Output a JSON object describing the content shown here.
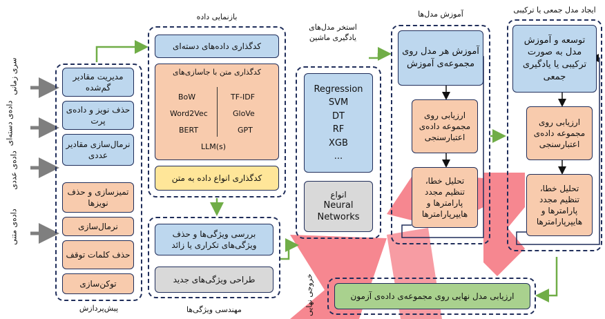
{
  "colors": {
    "border": "#1f2d5a",
    "blue": "#bdd7ee",
    "peach": "#f8cbad",
    "yellow": "#ffe699",
    "gray": "#d9d9d9",
    "green_box": "#a9d18e",
    "green_arrow": "#70ad47",
    "gray_arrow": "#7f7f7f",
    "background_red": "#f4727c"
  },
  "inputs": {
    "time_series": "سری زمانی",
    "table_data": "داده‌ی دسته‌ای",
    "numeric_data": "داده‌ی عددی",
    "text_data": "داده‌ی متنی"
  },
  "preprocessing": {
    "title": "پیش‌پردازش",
    "items": [
      "مدیریت مقادیر گم‌شده",
      "حذف نویز و داده‌ی پرت",
      "نرمال‌سازی مقادیر عددی",
      "تمیزسازی و حذف نویزها",
      "نرمال‌سازی",
      "حذف کلمات توقف",
      "توکن‌سازی"
    ]
  },
  "representation": {
    "title": "بازنمایی داده",
    "categorical": "کدگذاری داده‌های دسته‌ای",
    "text_title": "کدگذاری متن با جاسازی‌های",
    "embeddings": [
      "BoW",
      "TF-IDF",
      "Word2Vec",
      "GloVe",
      "BERT",
      "GPT",
      "LLM(s)"
    ],
    "multi_type": "کدگذاری انواع داده به متن"
  },
  "feature_engineering": {
    "title": "مهندسی ویژگی‌ها",
    "review": "بررسی ویژگی‌ها و حذف ویژگی‌های تکراری یا زائد",
    "design": "طراحی ویژگی‌های جدید"
  },
  "model_pool": {
    "title": "استخر مدل‌های یادگیری ماشین",
    "models": [
      "Regression",
      "SVM",
      "DT",
      "RF",
      "XGB",
      "..."
    ],
    "nn_title": "انواع",
    "nn": "Neural Networks"
  },
  "training": {
    "title": "آموزش مدل‌ها",
    "train": "آموزش هر مدل روی مجموعه‌ی آموزش",
    "evaluate": "ارزیابی روی مجموعه داده‌ی اعتبارسنجی",
    "tune": "تحلیل خطا، تنظیم مجدد پارامترها و هایپرپارامترها"
  },
  "ensemble": {
    "title": "ایجاد مدل جمعی یا ترکیبی",
    "develop": "توسعه و آموزش مدل به صورت ترکیبی یا یادگیری جمعی",
    "evaluate": "ارزیابی روی مجموعه داده‌ی اعتبارسنجی",
    "tune": "تحلیل خطا، تنظیم مجدد پارامترها و هایپرپارامترها"
  },
  "final": {
    "label": "ارزیابی مدل نهایی روی مجموعه‌ی داده‌ی آزمون",
    "output": "خروجی نهایی"
  }
}
